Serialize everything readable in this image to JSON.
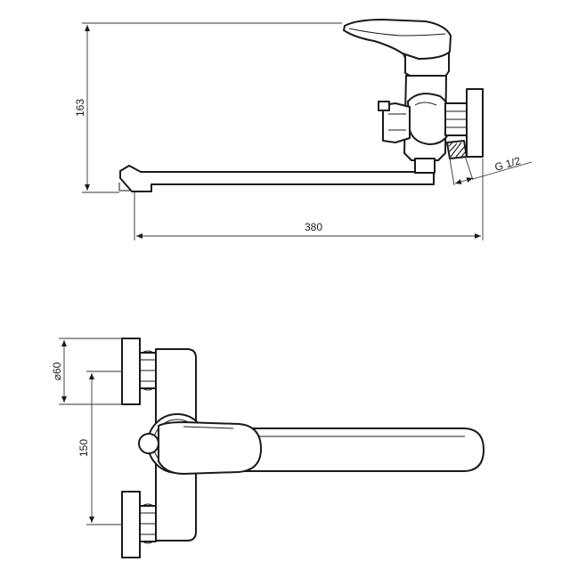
{
  "dimensions": {
    "height_label": "163",
    "length_label": "380",
    "thread_label": "G 1/2",
    "flange_diameter_label": "⌀60",
    "center_distance_label": "150"
  },
  "colors": {
    "line": "#1a1a1a",
    "background": "#ffffff"
  }
}
